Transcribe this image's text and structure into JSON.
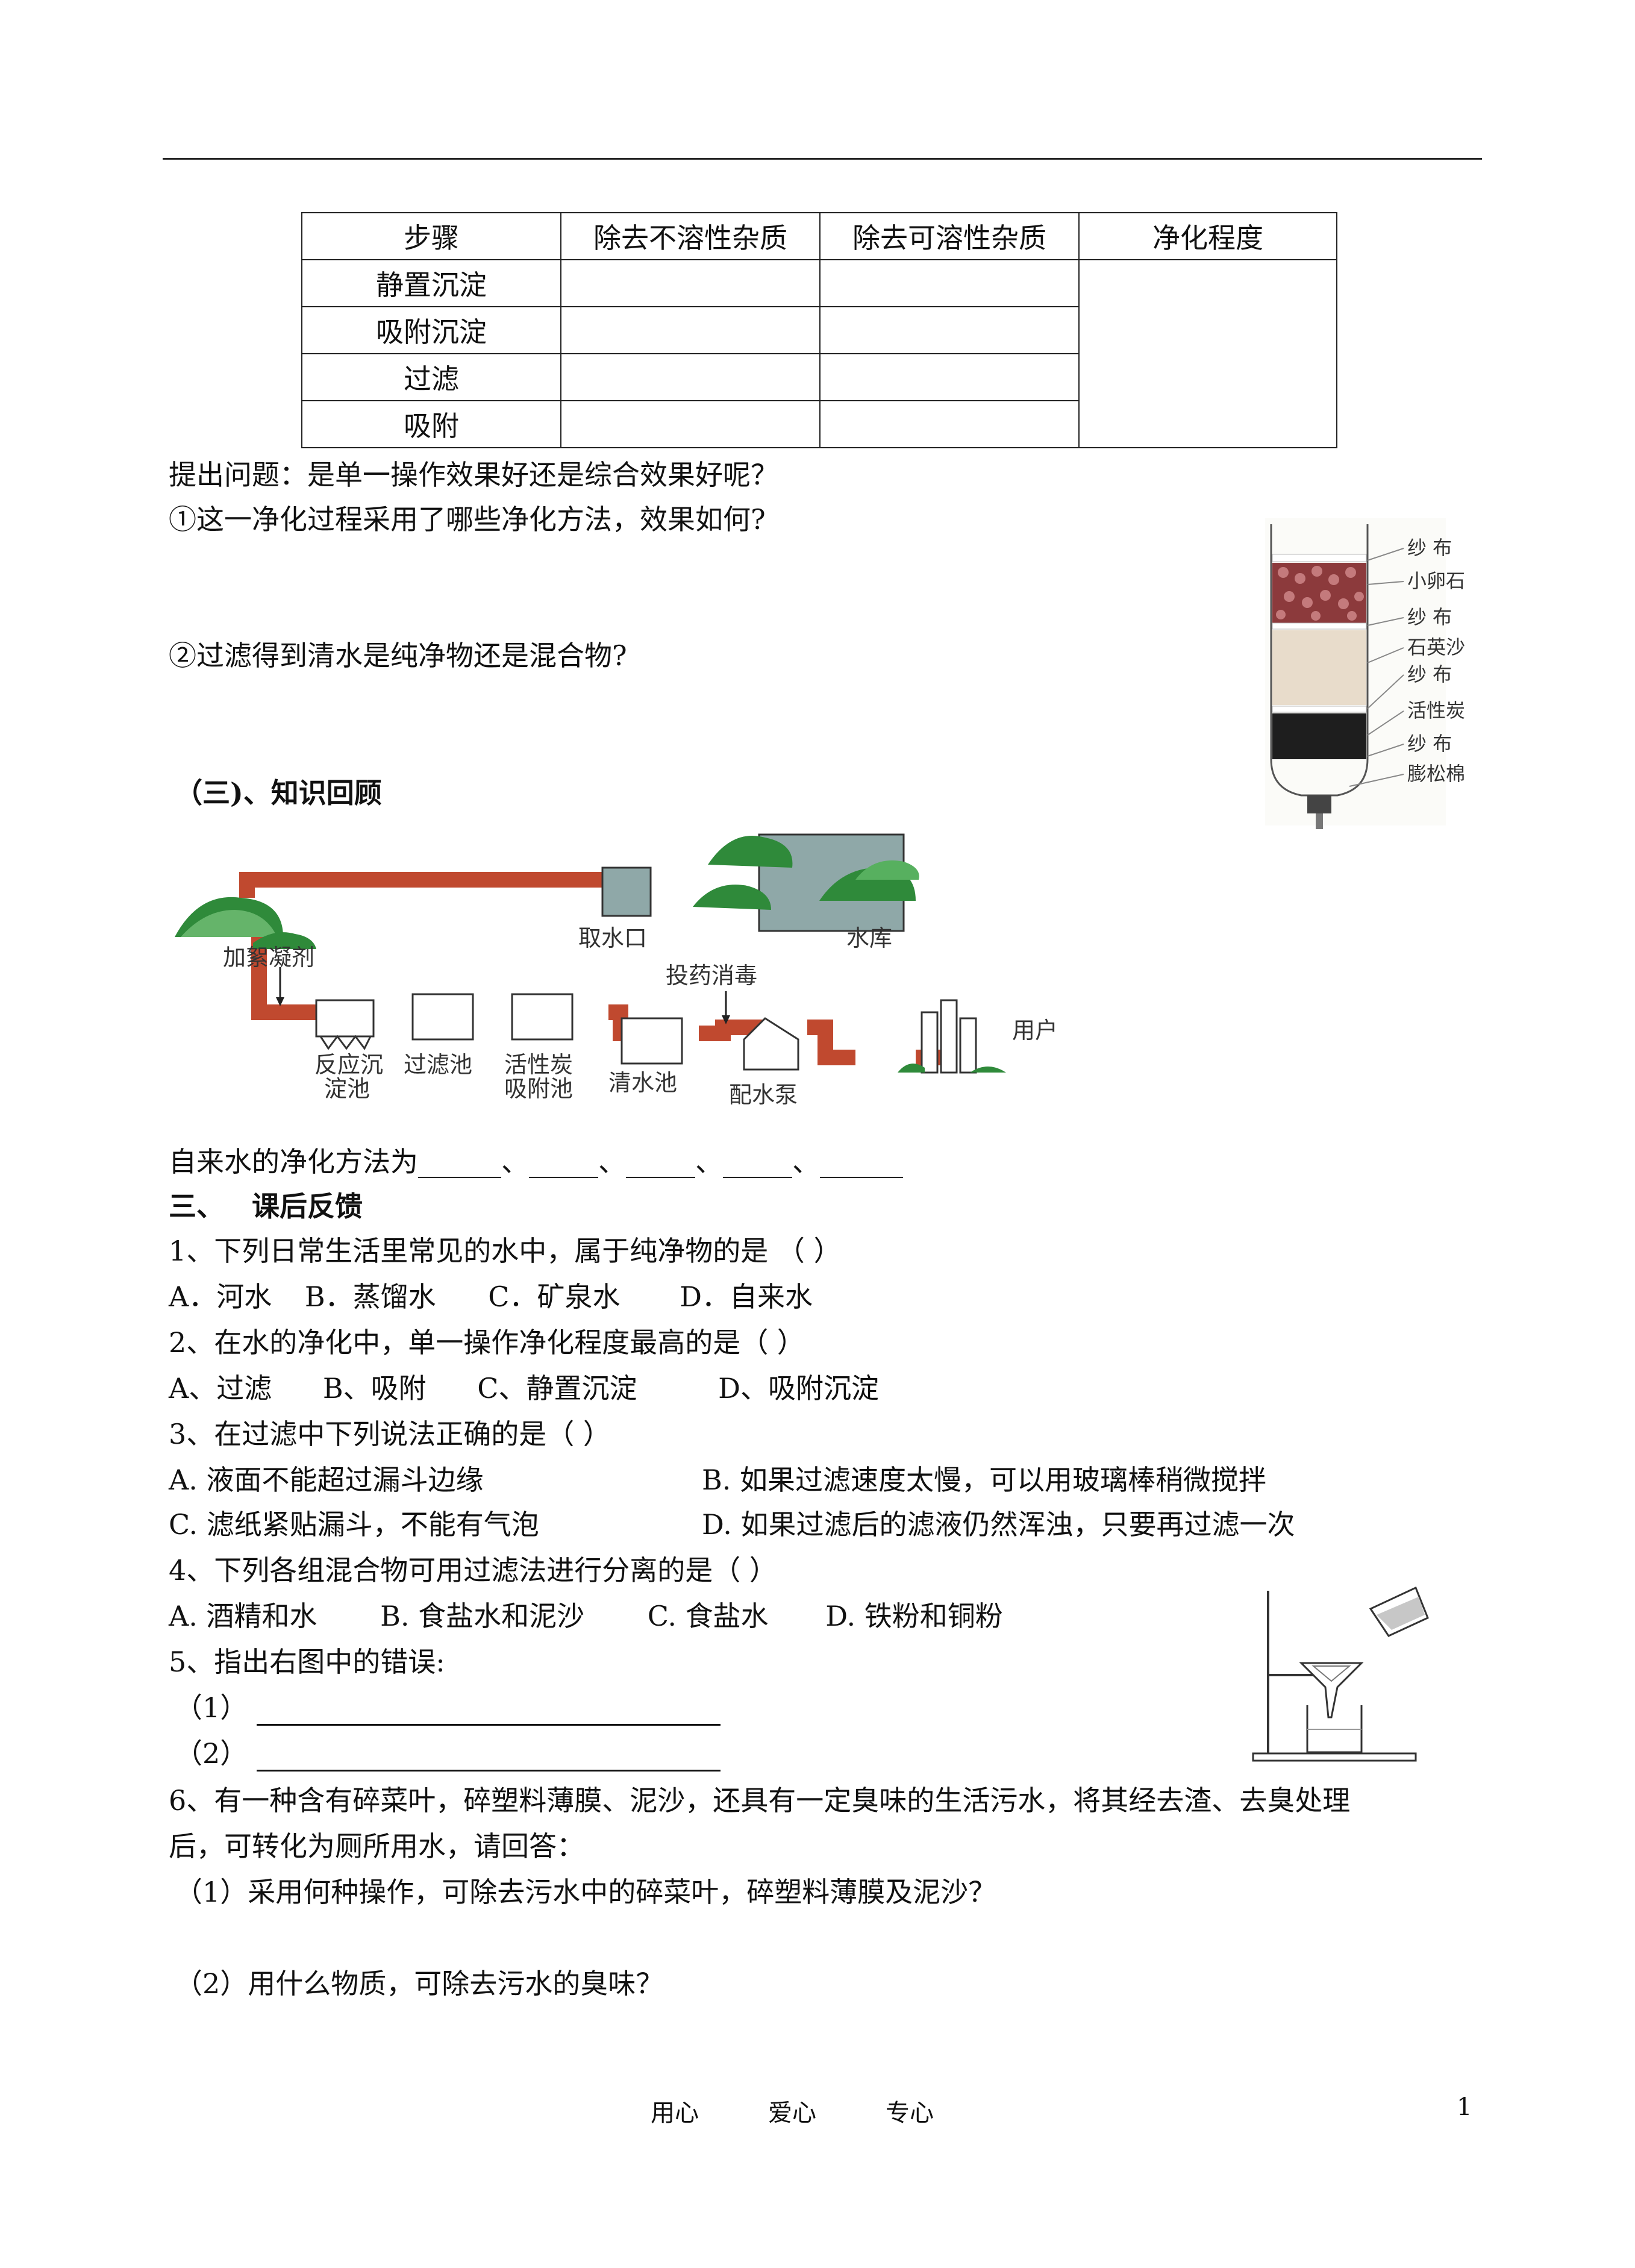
{
  "table": {
    "headers": [
      "步骤",
      "除去不溶性杂质",
      "除去可溶性杂质",
      "净化程度"
    ],
    "rows": [
      "静置沉淀",
      "吸附沉淀",
      "过滤",
      "吸附"
    ]
  },
  "questions": {
    "raise": "提出问题：是单一操作效果好还是综合效果好呢？",
    "q1": "①这一净化过程采用了哪些净化方法，效果如何?",
    "q2": "②过滤得到清水是纯净物还是混合物?"
  },
  "filter_diagram": {
    "labels": [
      "纱  布",
      "小卵石",
      "纱  布",
      "石英沙",
      "纱  布",
      "活性炭",
      "纱  布",
      "膨松棉"
    ]
  },
  "section_review": "（三)、知识回顾",
  "plant_diagram": {
    "labels": {
      "intake": "取水口",
      "reservoir": "水库",
      "coagulant": "加絮凝剂",
      "disinfect": "投药消毒",
      "user": "用户",
      "reaction_tank": [
        "反应沉",
        "淀池"
      ],
      "filter_tank": "过滤池",
      "carbon_tank": [
        "活性炭",
        "吸附池"
      ],
      "clear_tank": "清水池",
      "pump": "配水泵"
    },
    "colors": {
      "pipe": "#c0492f",
      "tree": "#2f8a3a",
      "reservoir": "#8fa8a8"
    }
  },
  "tap_water_line": "自来水的净化方法为______、_____、_____、_____、______",
  "section3": {
    "num": "三、",
    "title": "课后反馈"
  },
  "exercises": {
    "e1": "1、下列日常生活里常见的水中，属于纯净物的是 （        ）",
    "e1_opts": [
      "A．河水",
      "B．蒸馏水",
      "C．矿泉水",
      "D．自来水"
    ],
    "e2": "2、在水的净化中，单一操作净化程度最高的是（      ）",
    "e2_opts": [
      "A、过滤",
      "B、吸附",
      "C、静置沉淀",
      "D、吸附沉淀"
    ],
    "e3": "3、在过滤中下列说法正确的是（        ）",
    "e3_a": "A.  液面不能超过漏斗边缘",
    "e3_b": "B.  如果过滤速度太慢，可以用玻璃棒稍微搅拌",
    "e3_c": "C.  滤纸紧贴漏斗，不能有气泡",
    "e3_d": "D.  如果过滤后的滤液仍然浑浊，只要再过滤一次",
    "e4": "4、下列各组混合物可用过滤法进行分离的是（            ）",
    "e4_opts": [
      "A.   酒精和水",
      "B.   食盐水和泥沙",
      "C.   食盐水",
      "D.   铁粉和铜粉"
    ],
    "e5": "5、指出右图中的错误:",
    "e5_1": "（1）",
    "e5_2": "（2）",
    "e6_a": "6、有一种含有碎菜叶，碎塑料薄膜、泥沙，还具有一定臭味的生活污水，将其经去渣、去臭处理",
    "e6_b": "后，可转化为厕所用水，请回答：",
    "e6_1": "（1）采用何种操作，可除去污水中的碎菜叶，碎塑料薄膜及泥沙？",
    "e6_2": "（2）用什么物质，可除去污水的臭味？"
  },
  "footer": {
    "words": [
      "用心",
      "爱心",
      "专心"
    ],
    "page": "1"
  }
}
